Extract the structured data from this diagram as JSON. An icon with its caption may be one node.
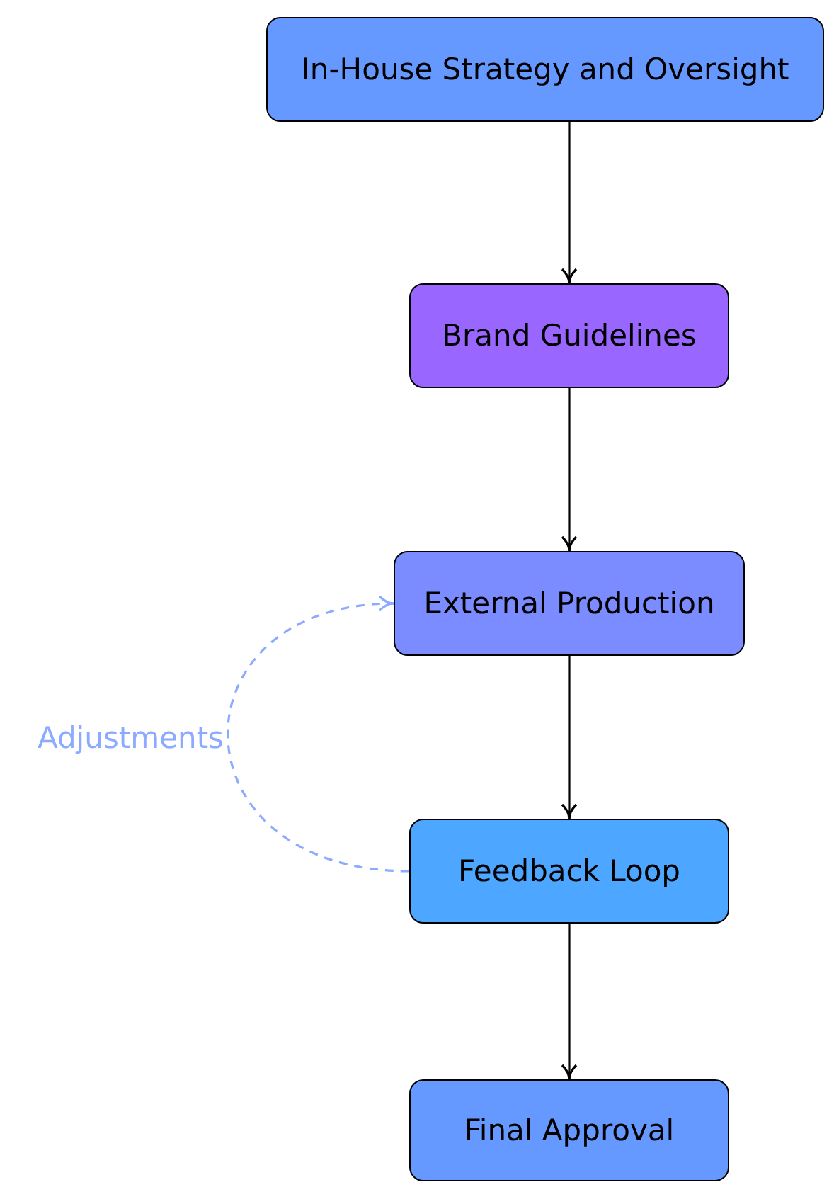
{
  "diagram": {
    "nodes": [
      {
        "text": [
          "In-House Strategy and Oversight"
        ]
      },
      {
        "text": [
          "Brand Guidelines"
        ]
      },
      {
        "text": [
          "External Production"
        ]
      },
      {
        "text": [
          "Feedback Loop"
        ]
      },
      {
        "text": [
          "Final Approval"
        ]
      }
    ],
    "edges": [
      {
        "from": 0,
        "to": 1,
        "arrow": "to"
      },
      {
        "from": 1,
        "to": 2,
        "arrow": "to"
      },
      {
        "from": 2,
        "to": 3,
        "arrow": "to"
      },
      {
        "from": 3,
        "to": 4,
        "arrow": "to"
      },
      {
        "from": 3,
        "to": 2,
        "arrow": "to",
        "label": "Adjustments",
        "style": "dashed",
        "color": "#8caaff"
      }
    ]
  }
}
